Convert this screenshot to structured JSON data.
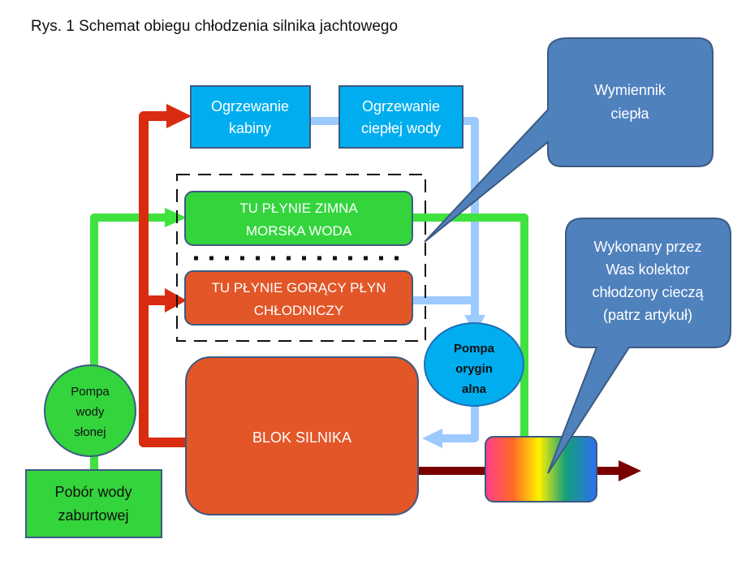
{
  "title": "Rys. 1 Schemat obiegu chłodzenia silnika jachtowego",
  "colors": {
    "hot_line": "#d92b10",
    "sea_water_line": "#3fe23f",
    "return_line": "#9ccaff",
    "exhaust_line": "#7a0000",
    "heating_box": "#00aeef",
    "sea_water_box": "#33d43c",
    "hot_box": "#e25627",
    "engine_block": "#e25627",
    "callout": "#4f81bd",
    "border": "#3c5a82"
  },
  "nodes": {
    "cabin_heating": {
      "line1": "Ogrzewanie",
      "line2": "kabiny"
    },
    "water_heating": {
      "line1": "Ogrzewanie",
      "line2": "ciepłej wody"
    },
    "cold_sea_water": {
      "line1": "TU PŁYNIE ZIMNA",
      "line2": "MORSKA WODA"
    },
    "hot_coolant": {
      "line1": "TU PŁYNIE GORĄCY PŁYN",
      "line2": "CHŁODNICZY"
    },
    "engine_block": {
      "label": "BLOK SILNIKA"
    },
    "original_pump": {
      "line1": "Pompa",
      "line2": "orygin",
      "line3": "alna"
    },
    "sea_water_pump": {
      "line1": "Pompa",
      "line2": "wody",
      "line3": "słonej"
    },
    "sea_water_intake": {
      "line1": "Pobór wody",
      "line2": "zaburtowej"
    }
  },
  "callouts": {
    "heat_exchanger": {
      "line1": "Wymiennik",
      "line2": "ciepła"
    },
    "manifold": {
      "line1": "Wykonany przez",
      "line2": "Was kolektor",
      "line3": "chłodzony cieczą",
      "line4": "(patrz artykuł)"
    }
  }
}
